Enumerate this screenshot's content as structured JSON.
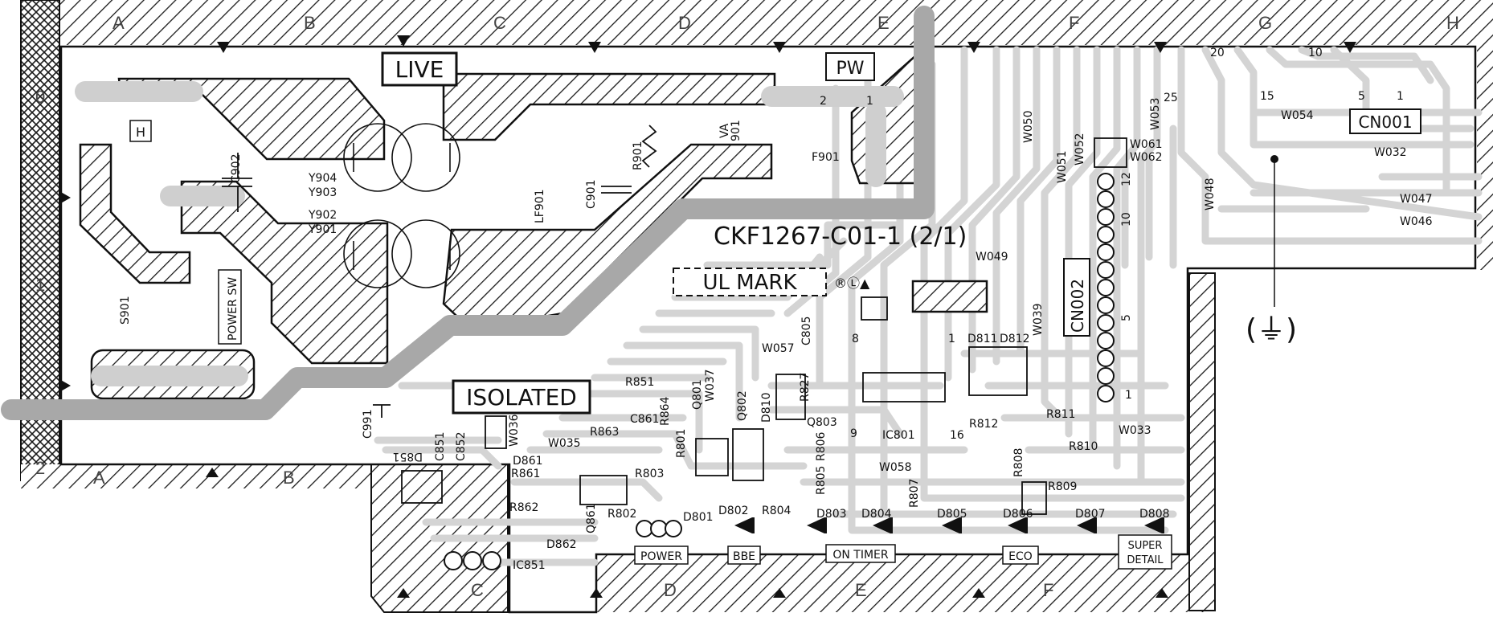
{
  "board": {
    "part_number": "CKF1267-C01-1 (2/1)",
    "ul_mark": "UL MARK",
    "ground_symbol": "(⏚)",
    "colors": {
      "hatch": "#1a1a1a",
      "trace": "#d4d4d4",
      "heavy_trace": "#a8a8a8",
      "background": "#ffffff"
    }
  },
  "grid_labels": {
    "top": [
      "A",
      "B",
      "C",
      "D",
      "E",
      "F",
      "G",
      "H"
    ],
    "bottom": [
      "A",
      "B",
      "C",
      "D",
      "E",
      "F"
    ],
    "left": [
      "0",
      "1",
      "2"
    ]
  },
  "boxed_labels": {
    "live": "LIVE",
    "pw": "PW",
    "isolated": "ISOLATED",
    "power_sw": "POWER SW",
    "cn001": "CN001",
    "cn002": "CN002",
    "h_mark": "H",
    "power": "POWER",
    "bbe": "BBE",
    "on_timer": "ON TIMER",
    "eco": "ECO",
    "super_detail_1": "SUPER",
    "super_detail_2": "DETAIL"
  },
  "component_labels": {
    "c902": "C902",
    "y904": "Y904",
    "y903": "Y903",
    "y902": "Y902",
    "y901": "Y901",
    "lf901": "LF901",
    "c901": "C901",
    "r901": "R901",
    "va901_a": "VA",
    "va901_b": "901",
    "f901": "F901",
    "pw_2": "2",
    "pw_1": "1",
    "s901": "S901",
    "c991": "C991",
    "c851": "C851",
    "c852": "C852",
    "w036": "W036",
    "d851": "D851",
    "d861": "D861",
    "r861": "R861",
    "r862": "R862",
    "d862": "D862",
    "ic851": "IC851",
    "w035": "W035",
    "r863": "R863",
    "r851": "R851",
    "c861": "C861",
    "r864": "R864",
    "q861": "Q861",
    "r802": "R802",
    "r803": "R803",
    "r801": "R801",
    "d801": "D801",
    "q801": "Q801",
    "w037": "W037",
    "q802": "Q802",
    "d810": "D810",
    "w057": "W057",
    "c805": "C805",
    "pin_8": "8",
    "r827": "R827",
    "q803": "Q803",
    "r806": "R806",
    "pin_9": "9",
    "ic801": "IC801",
    "pin_16": "16",
    "r805": "R805",
    "r804": "R804",
    "w058": "W058",
    "r807": "R807",
    "d802": "D802",
    "d803": "D803",
    "d804": "D804",
    "d805": "D805",
    "d806": "D806",
    "d807": "D807",
    "d808": "D808",
    "pin_1": "1",
    "d811": "D811",
    "d812": "D812",
    "w039": "W039",
    "r812": "R812",
    "r811": "R811",
    "r810": "R810",
    "r808": "R808",
    "r809": "R809",
    "w033": "W033",
    "w049": "W049",
    "w050": "W050",
    "w051": "W051",
    "w052": "W052",
    "w053": "W053",
    "w061": "W061",
    "w062": "W062",
    "cn002_12": "12",
    "cn002_10": "10",
    "cn002_5": "5",
    "cn002_1": "1",
    "w048": "W048",
    "pin_25": "25",
    "pin_20": "20",
    "pin_15": "15",
    "pin_10": "10",
    "pin_5": "5",
    "pin_1b": "1",
    "w054": "W054",
    "w032": "W032",
    "w047": "W047",
    "w046": "W046"
  }
}
